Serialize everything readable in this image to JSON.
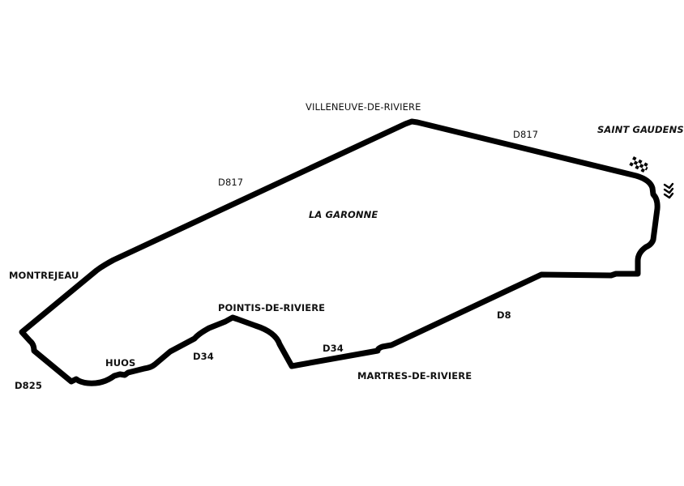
{
  "map": {
    "track_color": "#000000",
    "background": "#ffffff",
    "icons": [
      "checkered-flag-icon",
      "direction-chevrons-icon"
    ]
  },
  "labels": {
    "villeneuve": "VILLENEUVE-DE-RIVIERE",
    "d817_top": "D817",
    "saint_gaudens": "SAINT GAUDENS",
    "d817_left": "D817",
    "la_garonne": "LA GARONNE",
    "montrejeau": "MONTREJEAU",
    "pointis": "POINTIS-DE-RIVIERE",
    "d8": "D8",
    "d34_left": "D34",
    "d34_mid": "D34",
    "huos": "HUOS",
    "martres": "MARTRES-DE-RIVIERE",
    "d825": "D825"
  }
}
